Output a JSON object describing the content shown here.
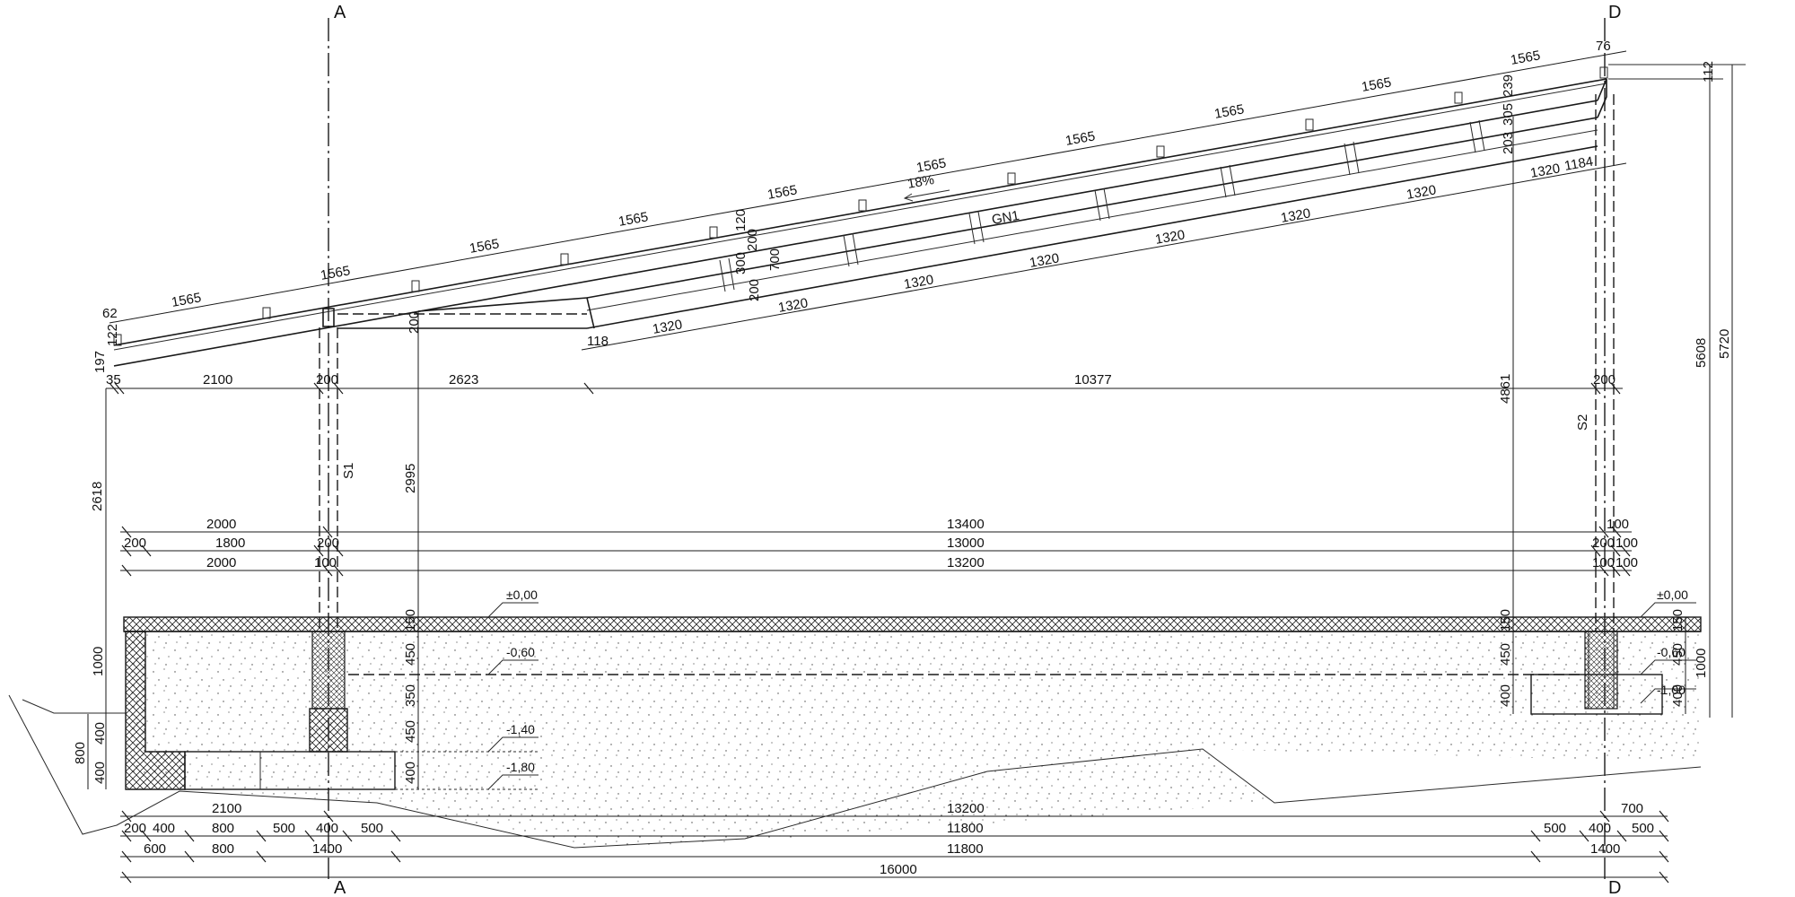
{
  "axes": {
    "left": "A",
    "right": "D"
  },
  "labels": {
    "slope": "18%",
    "beam": "GN1",
    "col_left": "S1",
    "col_right": "S2"
  },
  "levels": {
    "zero_left": "±0,00",
    "zero_right": "±0,00",
    "m060_left": "-0,60",
    "m060_right": "-0,60",
    "m100_right": "-1,00",
    "m140": "-1,40",
    "m180": "-1,80"
  },
  "dims": {
    "purlin": [
      "1565",
      "1565",
      "1565",
      "1565",
      "1565",
      "1565",
      "1565",
      "1565",
      "1565",
      "1565"
    ],
    "roof_ends": {
      "left": "62",
      "right": "76"
    },
    "truss_bottom": [
      "1320",
      "1320",
      "1320",
      "1320",
      "1320",
      "1320",
      "1320",
      "1320",
      "1184"
    ],
    "truss_detail": {
      "a": "120",
      "b": "200",
      "c": "300",
      "d": "200",
      "e": "700",
      "f": "118",
      "g": "200"
    },
    "right_stack": {
      "a": "203",
      "b": "305",
      "c": "239"
    },
    "left_stack": {
      "a": "197",
      "b": "122"
    },
    "eave": [
      "35",
      "2100",
      "200",
      "2623",
      "10377",
      "200"
    ],
    "col_heights": {
      "left": "2618",
      "mid": "2995",
      "right": "4861"
    },
    "total_h": {
      "a": "5608",
      "b": "5720",
      "c": "112"
    },
    "plan_row1": [
      "2000",
      "13400",
      "100"
    ],
    "plan_row2": [
      "200",
      "1800",
      "200",
      "13000",
      "200",
      "100"
    ],
    "plan_row3": [
      "2000",
      "100",
      "13200",
      "100",
      "100"
    ],
    "found_left": [
      "1000",
      "400",
      "800",
      "400"
    ],
    "found_mid": [
      "150",
      "450",
      "350",
      "450",
      "400"
    ],
    "found_right_inner": [
      "150",
      "450",
      "400"
    ],
    "found_right_outer": [
      "150",
      "450",
      "400",
      "1000"
    ],
    "bottom_row1": [
      "2100",
      "13200",
      "700"
    ],
    "bottom_row2": [
      "200",
      "400",
      "800",
      "500",
      "400",
      "500",
      "11800",
      "500",
      "400",
      "500"
    ],
    "bottom_row3": [
      "600",
      "800",
      "1400",
      "11800",
      "1400"
    ],
    "bottom_total": "16000"
  }
}
